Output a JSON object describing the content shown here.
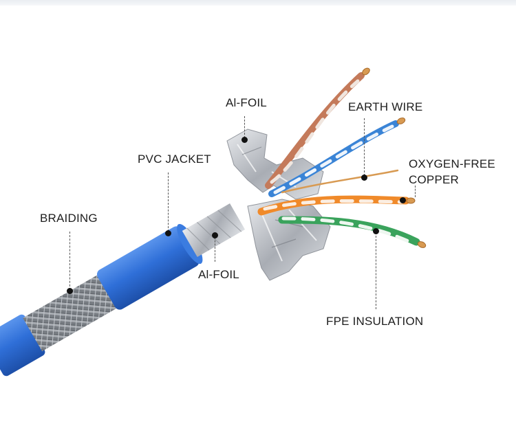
{
  "callouts": {
    "braiding": "BRAIDING",
    "pvc_jacket": "PVC JACKET",
    "al_foil_top": "Al-FOIL",
    "al_foil_bottom": "Al-FOIL",
    "earth_wire": "EARTH WIRE",
    "oxygen_free_copper": "OXYGEN-FREE COPPER",
    "fpe_insulation": "FPE INSULATION"
  },
  "colors": {
    "jacket": "#2f6fd8",
    "foil": "#c9ccd2",
    "braid": "#9a9ea4",
    "copper": "#d89a52",
    "pair_orange": "#f08a2a",
    "pair_green": "#3aa35c",
    "pair_blue": "#3a84d6",
    "pair_brown": "#c47a5a"
  },
  "icons": {
    "callout_marker": "dot-icon"
  }
}
